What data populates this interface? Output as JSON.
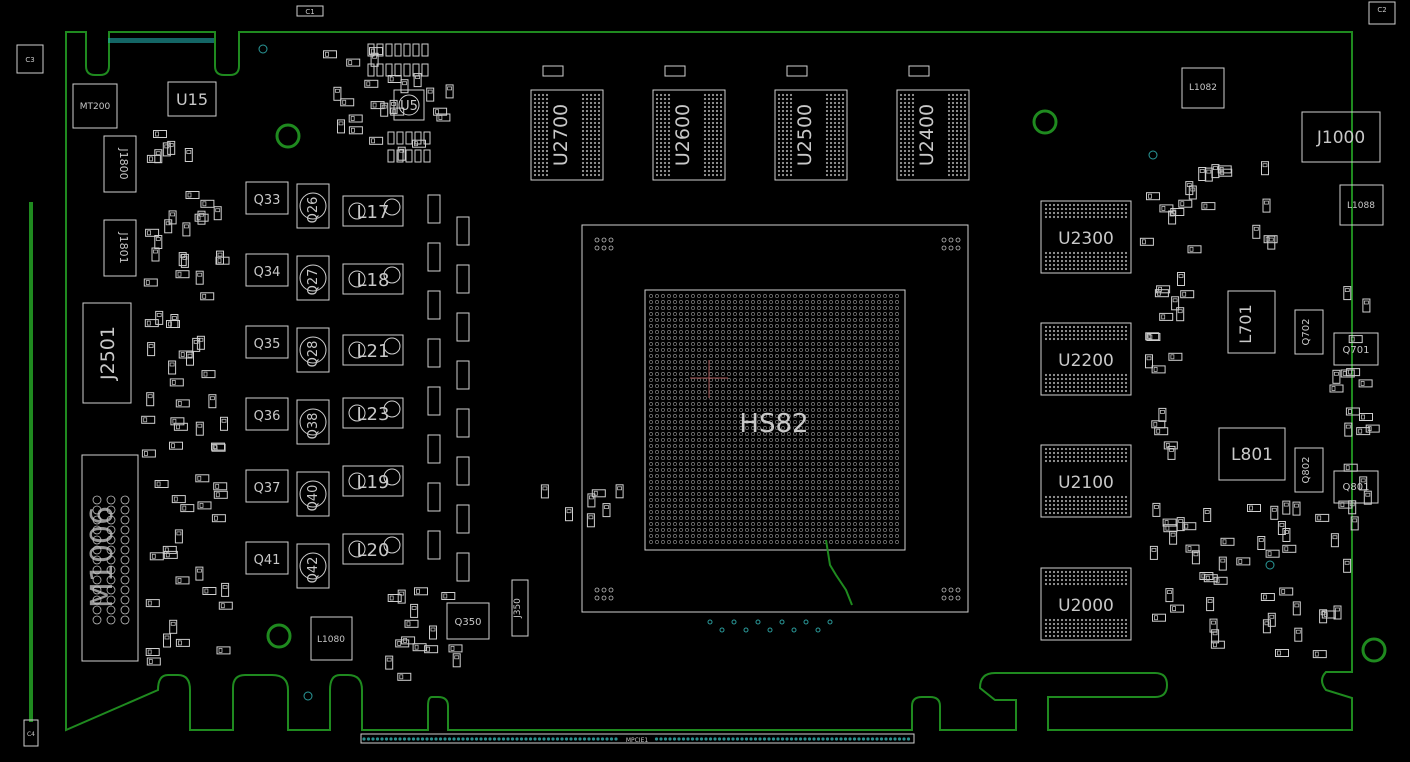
{
  "viewer": {
    "title": "",
    "colors": {
      "background": "#000000",
      "silkscreen": "#cfcfcf",
      "outline": "#1f8a1f",
      "copper": "#2f8f8f"
    }
  },
  "labels": {
    "gpu": "HS82",
    "mem_top": [
      "U2700",
      "U2600",
      "U2500",
      "U2400"
    ],
    "mem_right": [
      "U2300",
      "U2200",
      "U2100",
      "U2000"
    ],
    "inductors": [
      "L17",
      "L18",
      "L21",
      "L23",
      "L19",
      "L20"
    ],
    "mosfets_left": [
      "Q33",
      "Q34",
      "Q35",
      "Q36",
      "Q37",
      "Q41"
    ],
    "mosfets_right": [
      "Q26",
      "Q27",
      "Q28",
      "Q38",
      "Q40",
      "Q42"
    ],
    "j2501": "J2501",
    "u15": "U15",
    "u5": "U5",
    "mt200": "MT200",
    "j1000": "J1000",
    "l1082": "L1082",
    "l1088": "L1088",
    "l701": "L701",
    "l801": "L801",
    "q702": "Q702",
    "q701": "Q701",
    "q802": "Q802",
    "q801": "Q801",
    "l1080": "L1080",
    "q350": "Q350",
    "j350": "J350",
    "j1800": "J1800",
    "j1801": "J1801",
    "connector_left": "M1006",
    "edge_connector": "MPCIE1",
    "c1": "C1",
    "c2": "C2",
    "c3": "C3",
    "c4": "C4"
  }
}
